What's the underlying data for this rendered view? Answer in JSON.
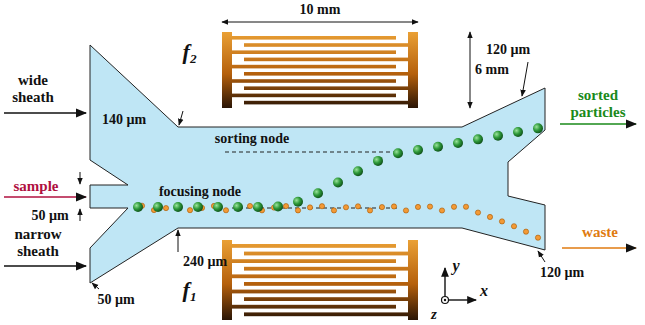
{
  "diagram": {
    "labels": [
      "10 mm",
      "6 mm",
      "f₂",
      "140 µm",
      "wide sheath",
      "120 µm",
      "sorted particles",
      "sorting node",
      "sample",
      "focusing node",
      "50 µm",
      "narrow sheath",
      "240 µm",
      "50 µm",
      "120 µm",
      "waste",
      "f₁",
      "y",
      "x",
      "z"
    ]
  }
}
